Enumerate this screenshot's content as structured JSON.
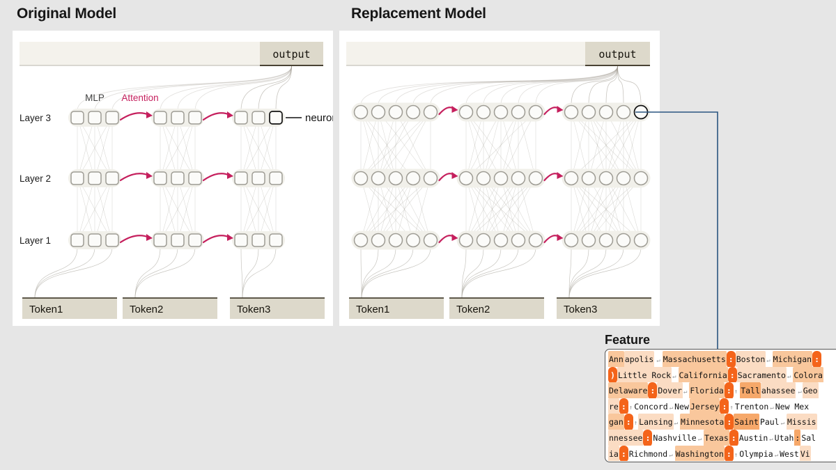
{
  "background_color": "#e6e6e6",
  "accent_colors": {
    "attention_pink": "#c51f5d",
    "connector_blue": "#2a5580",
    "activation_pill": "#f4641a",
    "activation_light": "#fbdcc3",
    "token_box": "#ddd9cb",
    "output_box": "#ddd9cb",
    "edge_gray": "#b4b2aa"
  },
  "panels": {
    "original": {
      "title": "Original Model",
      "output_label": "output",
      "component_labels": {
        "mlp": "MLP",
        "attention": "Attention"
      },
      "neuron_callout": "neuron",
      "layers": [
        "Layer 3",
        "Layer 2",
        "Layer 1"
      ],
      "tokens": [
        "Token1",
        "Token2",
        "Token3"
      ],
      "nodes_per_block": 3,
      "blocks_per_layer": 3,
      "node_shape": "rounded-square"
    },
    "replacement": {
      "title": "Replacement Model",
      "output_label": "output",
      "layers": [
        "Layer 3",
        "Layer 2",
        "Layer 1"
      ],
      "tokens": [
        "Token1",
        "Token2",
        "Token3"
      ],
      "nodes_per_block": 5,
      "blocks_per_layer": 3,
      "node_shape": "circle"
    }
  },
  "feature": {
    "title": "Feature",
    "rows": [
      [
        {
          "t": "Ann",
          "s": "hl2"
        },
        {
          "t": "apolis",
          "s": "hl1"
        },
        {
          "t": " ",
          "s": ""
        },
        {
          "t": "↵",
          "s": "nl"
        },
        {
          "t": " ",
          "s": ""
        },
        {
          "t": "Massachusetts",
          "s": "hl2"
        },
        {
          "t": ":",
          "s": "pill"
        },
        {
          "t": " Boston ",
          "s": "hl1"
        },
        {
          "t": "↵",
          "s": "nl"
        },
        {
          "t": " ",
          "s": ""
        },
        {
          "t": "Michigan",
          "s": "hl2"
        },
        {
          "t": ":",
          "s": "pill"
        }
      ],
      [
        {
          "t": ")",
          "s": "pill"
        },
        {
          "t": " Little Rock ",
          "s": "hl1"
        },
        {
          "t": "↵",
          "s": "nl"
        },
        {
          "t": " ",
          "s": ""
        },
        {
          "t": "California",
          "s": "hl2"
        },
        {
          "t": ":",
          "s": "pill"
        },
        {
          "t": " Sacramento ",
          "s": "hl1"
        },
        {
          "t": "↵",
          "s": "nl"
        },
        {
          "t": " ",
          "s": ""
        },
        {
          "t": "Colora",
          "s": "hl2"
        }
      ],
      [
        {
          "t": "Delaware",
          "s": "hl2"
        },
        {
          "t": ":",
          "s": "pill"
        },
        {
          "t": " Dover ",
          "s": "hl1"
        },
        {
          "t": "↵",
          "s": "nl"
        },
        {
          "t": " ",
          "s": ""
        },
        {
          "t": "Florida",
          "s": "hl2"
        },
        {
          "t": ":",
          "s": "pill"
        },
        {
          "t": "↑",
          "s": "nl"
        },
        {
          "t": " ",
          "s": ""
        },
        {
          "t": "Tall",
          "s": "hl3"
        },
        {
          "t": "ahassee",
          "s": "hl1"
        },
        {
          "t": " ",
          "s": ""
        },
        {
          "t": "↵",
          "s": "nl"
        },
        {
          "t": " Geo",
          "s": "hl1"
        }
      ],
      [
        {
          "t": "re",
          "s": "hl1"
        },
        {
          "t": ":",
          "s": "pill"
        },
        {
          "t": "↑",
          "s": "nl"
        },
        {
          "t": " Concord ",
          "s": ""
        },
        {
          "t": "↵",
          "s": "nl"
        },
        {
          "t": " New ",
          "s": ""
        },
        {
          "t": "Jersey",
          "s": "hl2"
        },
        {
          "t": ":",
          "s": "pill"
        },
        {
          "t": "↑",
          "s": "nl"
        },
        {
          "t": " Trenton ",
          "s": ""
        },
        {
          "t": "↵",
          "s": "nl"
        },
        {
          "t": " New Mex",
          "s": ""
        }
      ],
      [
        {
          "t": "gan",
          "s": "hl2"
        },
        {
          "t": ":",
          "s": "pill"
        },
        {
          "t": "↑",
          "s": "nl"
        },
        {
          "t": " Lansing ",
          "s": "hl1"
        },
        {
          "t": "↵",
          "s": "nl"
        },
        {
          "t": " ",
          "s": ""
        },
        {
          "t": "Minnesota",
          "s": "hl2"
        },
        {
          "t": ":",
          "s": "pill"
        },
        {
          "t": " Saint ",
          "s": "hl3"
        },
        {
          "t": "Paul ",
          "s": ""
        },
        {
          "t": "↵",
          "s": "nl"
        },
        {
          "t": " ",
          "s": ""
        },
        {
          "t": "Missis",
          "s": "hl1"
        }
      ],
      [
        {
          "t": "nnessee",
          "s": "hl1"
        },
        {
          "t": ":",
          "s": "pill"
        },
        {
          "t": " Nashville ",
          "s": ""
        },
        {
          "t": "↵",
          "s": "nl"
        },
        {
          "t": " ",
          "s": ""
        },
        {
          "t": "Texas",
          "s": "hl2"
        },
        {
          "t": ":",
          "s": "pill"
        },
        {
          "t": " Austin ",
          "s": ""
        },
        {
          "t": "↵",
          "s": "nl"
        },
        {
          "t": " Utah ",
          "s": ""
        },
        {
          "t": ":",
          "s": "hl3"
        },
        {
          "t": " Sal",
          "s": ""
        }
      ],
      [
        {
          "t": "ia",
          "s": "hl1"
        },
        {
          "t": ":",
          "s": "pill"
        },
        {
          "t": " Richmond ",
          "s": ""
        },
        {
          "t": "↵",
          "s": "nl"
        },
        {
          "t": " ",
          "s": ""
        },
        {
          "t": "Washington",
          "s": "hl2"
        },
        {
          "t": ":",
          "s": "pill"
        },
        {
          "t": "↑",
          "s": "nl"
        },
        {
          "t": " Olympia ",
          "s": ""
        },
        {
          "t": "↵",
          "s": "nl"
        },
        {
          "t": " West ",
          "s": ""
        },
        {
          "t": "Vi",
          "s": "hl1"
        }
      ]
    ]
  }
}
